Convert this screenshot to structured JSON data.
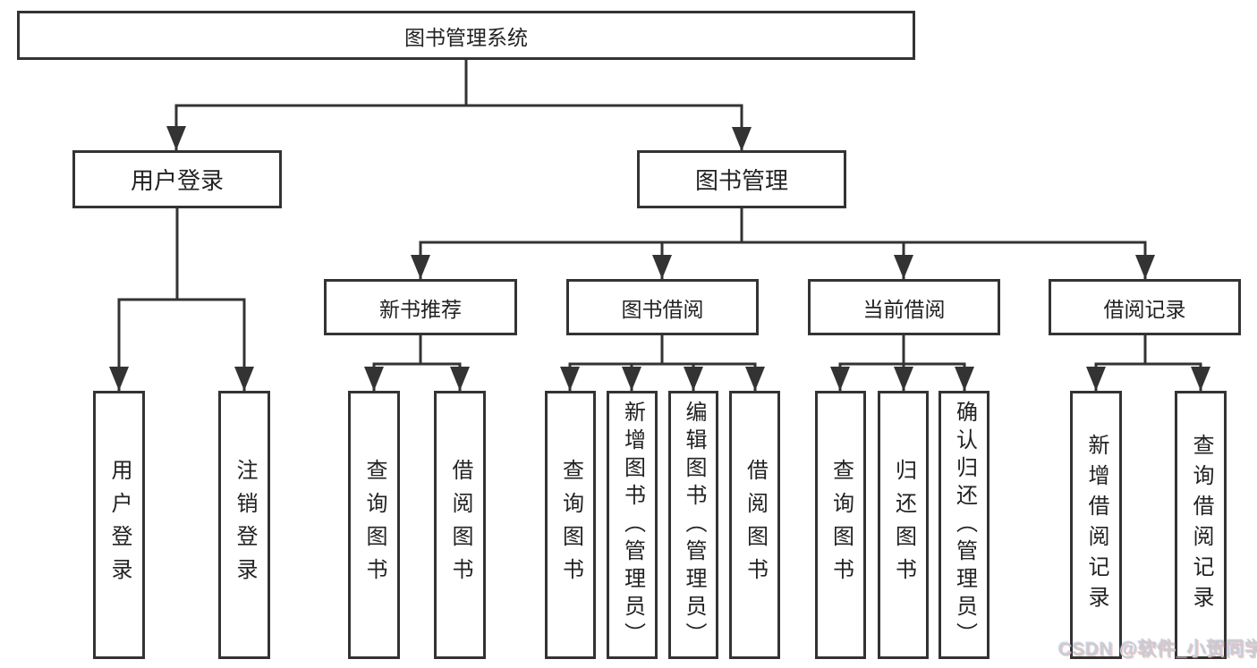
{
  "colors": {
    "line": "#333333",
    "box_border": "#333333",
    "background": "#ffffff",
    "text": "#222222",
    "watermark": "#cccccc"
  },
  "watermark": {
    "text": "CSDN @软件_小贺同学"
  },
  "tree": {
    "root": {
      "label": "图书管理系统",
      "children": [
        {
          "label": "用户登录",
          "children": [
            {
              "label": "用户登录"
            },
            {
              "label": "注销登录"
            }
          ]
        },
        {
          "label": "图书管理",
          "children": [
            {
              "label": "新书推荐",
              "children": [
                {
                  "label": "查询图书"
                },
                {
                  "label": "借阅图书"
                }
              ]
            },
            {
              "label": "图书借阅",
              "children": [
                {
                  "label": "查询图书"
                },
                {
                  "label": "新增图书（管理员）"
                },
                {
                  "label": "编辑图书（管理员）"
                },
                {
                  "label": "借阅图书"
                }
              ]
            },
            {
              "label": "当前借阅",
              "children": [
                {
                  "label": "查询图书"
                },
                {
                  "label": "归还图书"
                },
                {
                  "label": "确认归还（管理员）"
                }
              ]
            },
            {
              "label": "借阅记录",
              "children": [
                {
                  "label": "新增借阅记录"
                },
                {
                  "label": "查询借阅记录"
                }
              ]
            }
          ]
        }
      ]
    }
  }
}
